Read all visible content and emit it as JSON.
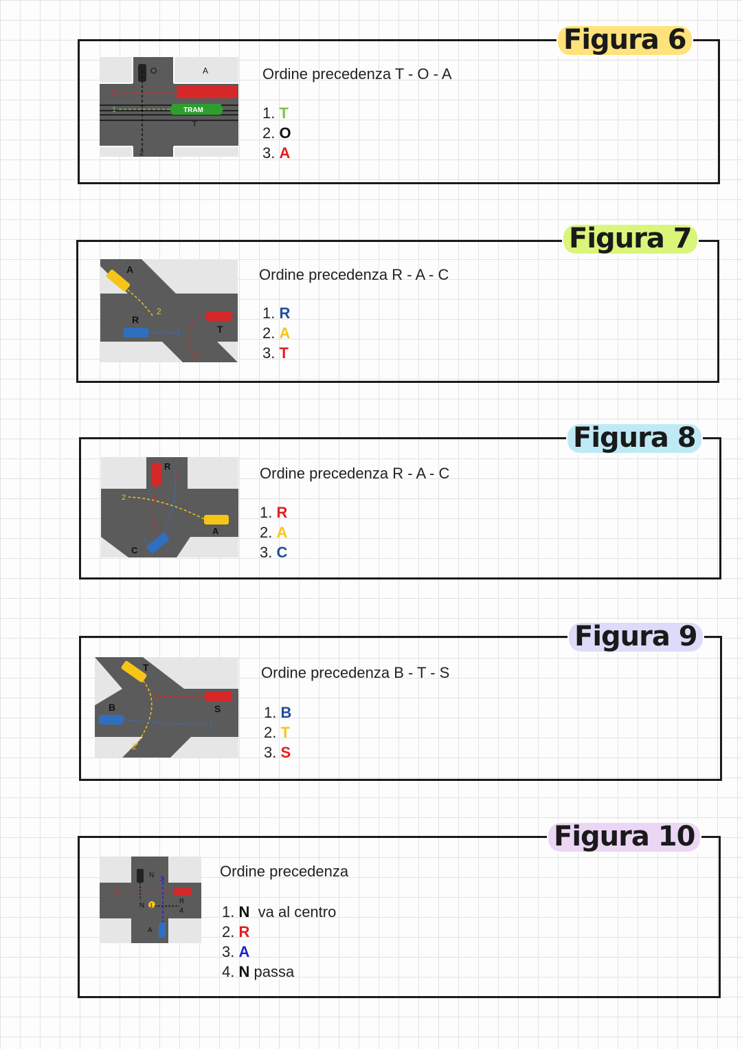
{
  "figures": [
    {
      "title": "Figura 6",
      "order": "Ordine precedenza T - O - A",
      "items": [
        {
          "num": "1.",
          "letter": "T",
          "color": "#7cc242",
          "rest": ""
        },
        {
          "num": "2.",
          "letter": "O",
          "color": "#111111",
          "rest": ""
        },
        {
          "num": "3.",
          "letter": "A",
          "color": "#e02020",
          "rest": ""
        }
      ],
      "highlight": "#ffe27a",
      "diagram_labels": {
        "o": "O",
        "a": "A",
        "tram": "TRAM",
        "t": "T",
        "n1": "1",
        "n2": "2",
        "n3": "3"
      }
    },
    {
      "title": "Figura 7",
      "order": "Ordine precedenza R - A - C",
      "items": [
        {
          "num": "1.",
          "letter": "R",
          "color": "#1f4f9c",
          "rest": ""
        },
        {
          "num": "2.",
          "letter": "A",
          "color": "#f5c518",
          "rest": ""
        },
        {
          "num": "3.",
          "letter": "T",
          "color": "#e02020",
          "rest": ""
        }
      ],
      "highlight": "#d9f57a",
      "diagram_labels": {
        "a": "A",
        "r": "R",
        "t": "T",
        "n1": "1",
        "n2": "2",
        "n3": "3"
      }
    },
    {
      "title": "Figura 8",
      "order": "Ordine precedenza R - A - C",
      "items": [
        {
          "num": "1.",
          "letter": "R",
          "color": "#e02020",
          "rest": ""
        },
        {
          "num": "2.",
          "letter": "A",
          "color": "#f5c518",
          "rest": ""
        },
        {
          "num": "3.",
          "letter": "C",
          "color": "#1f4f9c",
          "rest": ""
        }
      ],
      "highlight": "#bfeaf5",
      "diagram_labels": {
        "r": "R",
        "a": "A",
        "c": "C",
        "n1": "1",
        "n2": "2",
        "n3": "3"
      }
    },
    {
      "title": "Figura 9",
      "order": "Ordine precedenza B - T - S",
      "items": [
        {
          "num": "1.",
          "letter": "B",
          "color": "#1f4f9c",
          "rest": ""
        },
        {
          "num": "2.",
          "letter": "T",
          "color": "#f5c518",
          "rest": ""
        },
        {
          "num": "3.",
          "letter": "S",
          "color": "#e02020",
          "rest": ""
        }
      ],
      "highlight": "#dcdcfa",
      "diagram_labels": {
        "t": "T",
        "b": "B",
        "s": "S",
        "n1": "1",
        "n2": "2",
        "n3": "3"
      }
    },
    {
      "title": "Figura 10",
      "order": "Ordine precedenza",
      "items": [
        {
          "num": "1.",
          "letter": "N",
          "color": "#111111",
          "rest": "va al centro"
        },
        {
          "num": "2.",
          "letter": "R",
          "color": "#e02020",
          "rest": ""
        },
        {
          "num": "3.",
          "letter": "A",
          "color": "#2222cc",
          "rest": ""
        },
        {
          "num": "4.",
          "letter": "N",
          "color": "#111111",
          "rest": "passa"
        }
      ],
      "highlight": "#ecd6f5",
      "diagram_labels": {
        "n": "N",
        "n_small": "N",
        "r": "R",
        "a": "A",
        "n1": "1",
        "n2": "2",
        "n3": "3",
        "n4": "4"
      }
    }
  ]
}
